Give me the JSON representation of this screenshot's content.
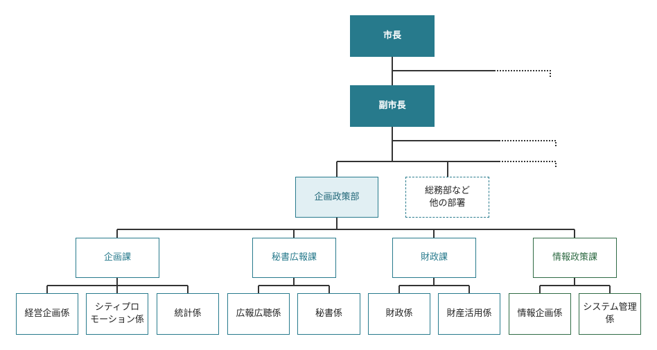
{
  "org": {
    "mayor": "市長",
    "vice_mayor": "副市長",
    "dept_main": "企画政策部",
    "dept_other_line1": "総務部など",
    "dept_other_line2": "他の部署",
    "sections": [
      {
        "name": "企画課",
        "units": [
          "経営企画係",
          [
            "シティプロ",
            "モーション係"
          ],
          "統計係"
        ]
      },
      {
        "name": "秘書広報課",
        "units": [
          "広報広聴係",
          "秘書係"
        ]
      },
      {
        "name": "財政課",
        "units": [
          "財政係",
          "財産活用係"
        ]
      },
      {
        "name": "情報政策課",
        "units": [
          "情報企画係",
          [
            "システム管理",
            "係"
          ]
        ]
      }
    ]
  },
  "colors": {
    "accent": "#277a8c",
    "accent_light": "#e1eff3",
    "green": "#2f6b44"
  }
}
